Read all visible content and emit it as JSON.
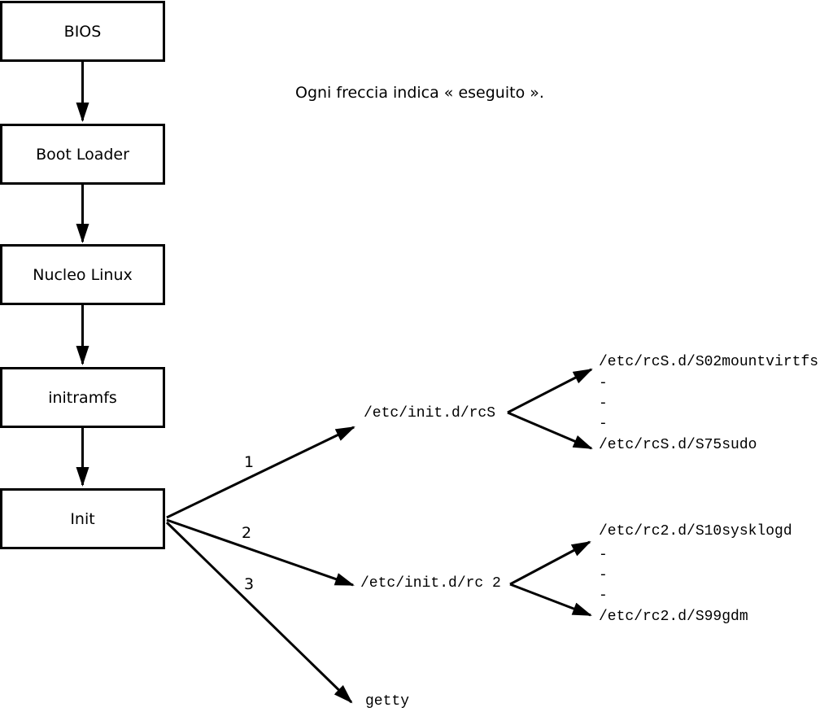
{
  "caption": "Ogni freccia indica « eseguito ».",
  "boot_sequence": {
    "boxes": [
      {
        "label": "BIOS"
      },
      {
        "label": "Boot Loader"
      },
      {
        "label": "Nucleo Linux"
      },
      {
        "label": "initramfs"
      },
      {
        "label": "Init"
      }
    ]
  },
  "init_branches": [
    {
      "number": "1",
      "target": "/etc/init.d/rcS"
    },
    {
      "number": "2",
      "target": "/etc/init.d/rc 2"
    },
    {
      "number": "3",
      "target": "getty"
    }
  ],
  "rcs_scripts": {
    "items": [
      "/etc/rcS.d/S02mountvirtfs",
      "-",
      "-",
      "-",
      "/etc/rcS.d/S75sudo"
    ]
  },
  "rc2_scripts": {
    "items": [
      "/etc/rc2.d/S10sysklogd",
      "-",
      "-",
      "-",
      "/etc/rc2.d/S99gdm"
    ]
  },
  "colors": {
    "line": "#000000",
    "background": "#ffffff",
    "text": "#000000"
  }
}
